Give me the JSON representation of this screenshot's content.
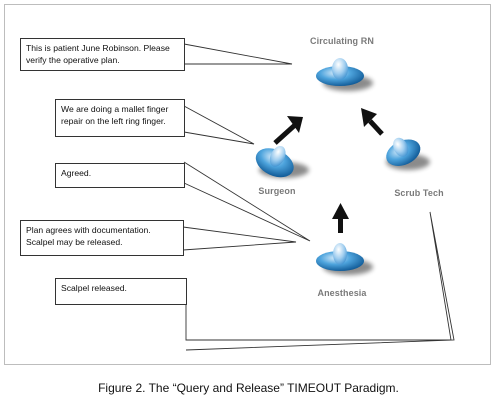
{
  "roles": {
    "circulating": "Circulating RN",
    "surgeon": "Surgeon",
    "scrub": "Scrub Tech",
    "anesthesia": "Anesthesia"
  },
  "callouts": {
    "c1": "This is patient June Robinson.  Please verify the operative plan.",
    "c2": "We are doing a mallet finger repair on the left ring finger.",
    "c3": "Agreed.",
    "c4": "Plan agrees with documentation.  Scalpel may be released.",
    "c5": "Scalpel released."
  },
  "caption": "Figure 2.  The “Query and Release” TIMEOUT Paradigm.",
  "colors": {
    "figure_light": "#cfe6f8",
    "figure_mid": "#3f9ad6",
    "figure_dark": "#0d5a98",
    "arrow": "#111111",
    "label": "#7a7a7a"
  }
}
